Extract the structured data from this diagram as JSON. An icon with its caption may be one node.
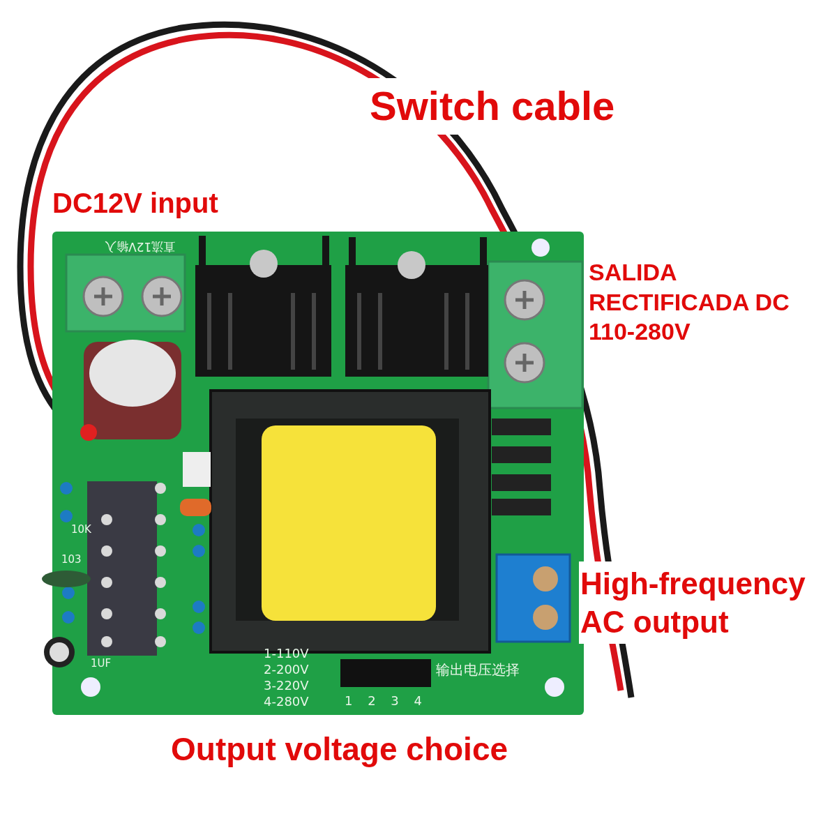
{
  "diagram": {
    "labels": [
      "Switch cable",
      "DC12V input",
      "直流12V输入",
      "SALIDA RECTIFICADA DC 110-280V",
      "10K",
      "103",
      "High-frequency AC output",
      "1-110V",
      "输出电压选择",
      "2-200V",
      "1UF",
      "3-220V",
      "4-280V",
      "1 2 3 4",
      "Output voltage choice"
    ]
  }
}
